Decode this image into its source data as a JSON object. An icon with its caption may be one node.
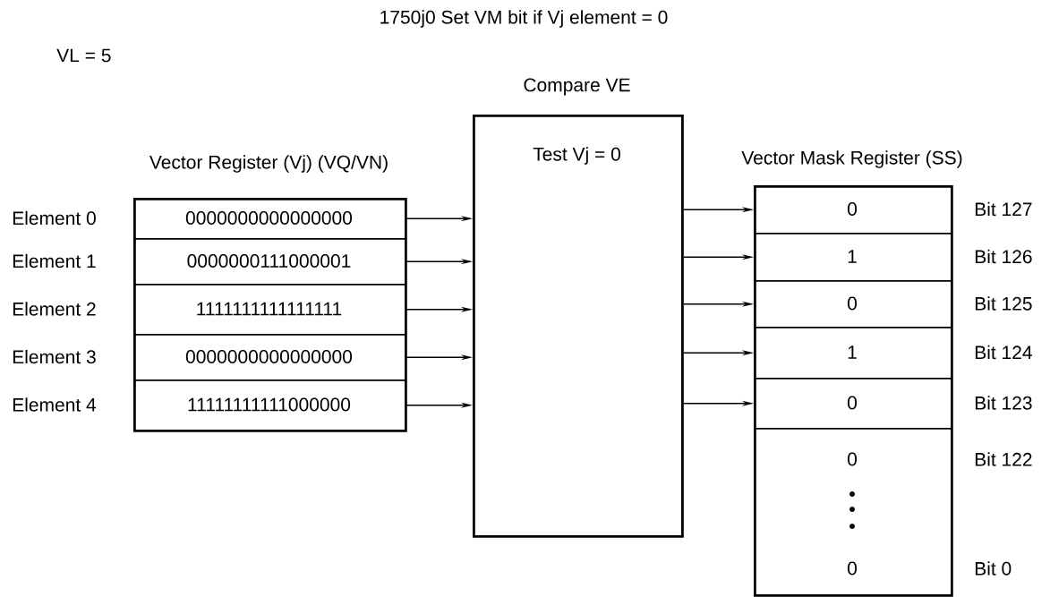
{
  "diagram": {
    "title": "1750j0  Set VM bit if Vj element = 0",
    "nodes": [
      {
        "text": [
          "Vector Register (Vj)  (VQ/VN)"
        ]
      },
      {
        "text": [
          "0000000000000000"
        ],
        "in": 0,
        "beside": [
          "Element 0"
        ]
      },
      {
        "text": [
          "0000000111000001"
        ],
        "in": 0,
        "beside": [
          "Element 1"
        ]
      },
      {
        "text": [
          "1111111111111111"
        ],
        "in": 0,
        "beside": [
          "Element 2"
        ]
      },
      {
        "text": [
          "0000000000000000"
        ],
        "in": 0,
        "beside": [
          "Element 3"
        ]
      },
      {
        "text": [
          "11111111111000000"
        ],
        "in": 0,
        "beside": [
          "Element 4"
        ]
      },
      {
        "text": [
          "Compare  VE",
          "Test Vj = 0"
        ]
      },
      {
        "text": [
          "Vector Mask Register  (SS)"
        ]
      },
      {
        "text": [
          "0"
        ],
        "in": 7,
        "beside": [
          "Bit 127"
        ]
      },
      {
        "text": [
          "1"
        ],
        "in": 7,
        "beside": [
          "Bit 126"
        ]
      },
      {
        "text": [
          "0"
        ],
        "in": 7,
        "beside": [
          "Bit 125"
        ]
      },
      {
        "text": [
          "1"
        ],
        "in": 7,
        "beside": [
          "Bit 124"
        ]
      },
      {
        "text": [
          "0"
        ],
        "in": 7,
        "beside": [
          "Bit 123"
        ]
      },
      {
        "text": [
          "0",
          "0"
        ],
        "in": 7,
        "beside": [
          "Bit 122",
          "Bit 0"
        ]
      }
    ],
    "edges": [
      {
        "from": 1,
        "to": 6,
        "arrow": "to"
      },
      {
        "from": 2,
        "to": 6,
        "arrow": "to"
      },
      {
        "from": 3,
        "to": 6,
        "arrow": "to"
      },
      {
        "from": 4,
        "to": 6,
        "arrow": "to"
      },
      {
        "from": 5,
        "to": 6,
        "arrow": "to"
      },
      {
        "from": 6,
        "to": 8,
        "arrow": "to"
      },
      {
        "from": 6,
        "to": 9,
        "arrow": "to"
      },
      {
        "from": 6,
        "to": 10,
        "arrow": "to"
      },
      {
        "from": 6,
        "to": 11,
        "arrow": "to"
      },
      {
        "from": 6,
        "to": 12,
        "arrow": "to"
      }
    ],
    "labels": [
      "VL = 5"
    ]
  }
}
